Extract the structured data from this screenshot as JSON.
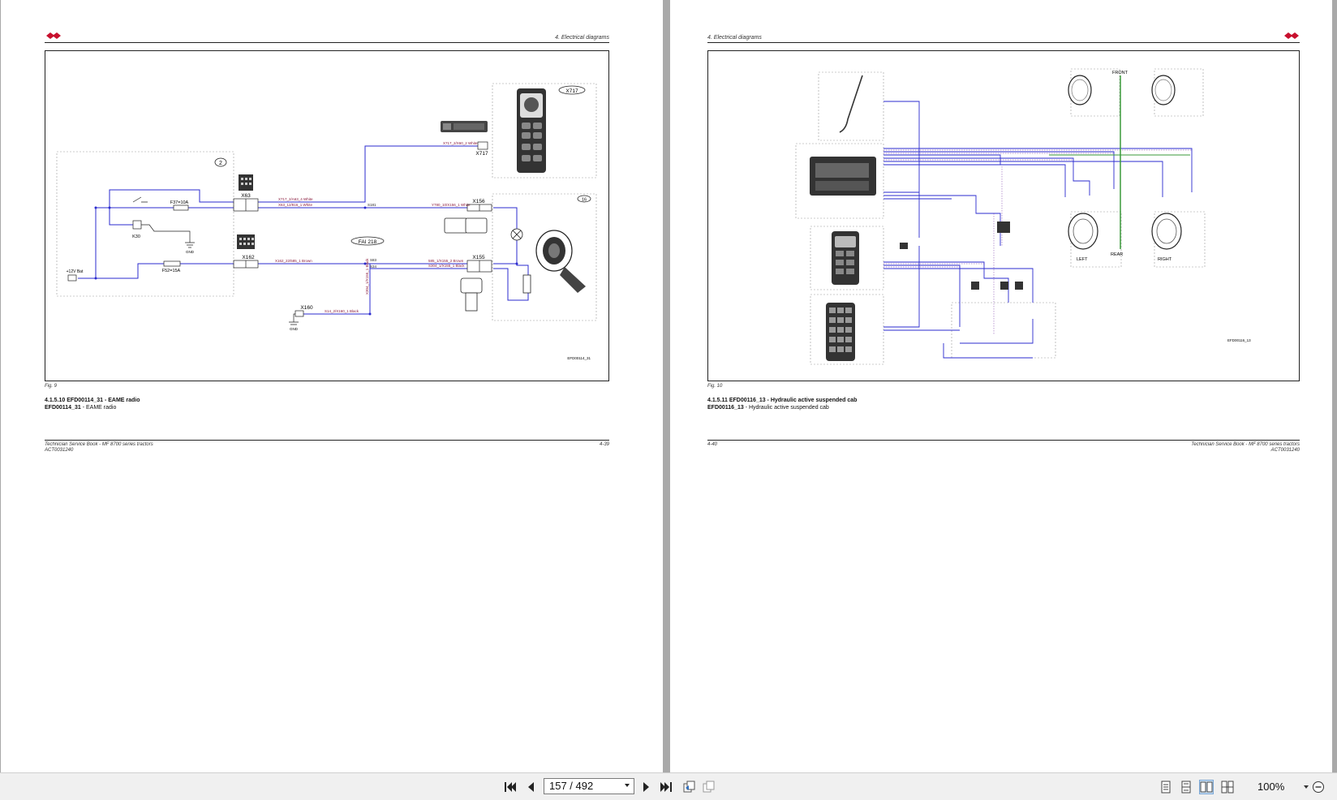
{
  "colors": {
    "wire_blue": "#2b2bcf",
    "wire_purple": "#7a3aa8",
    "label_red": "#8a1a3a",
    "green_line": "#3a9a3a",
    "brand_red": "#c8102e"
  },
  "left_page": {
    "section": "4. Electrical diagrams",
    "fig_label": "Fig. 9",
    "diagram": {
      "box_badge": "2",
      "fuse1": "F37=10A",
      "fuse2": "F52=15A",
      "relay": "K30",
      "gnd1": "GND",
      "connector_x63": "X63",
      "connector_x162": "X162",
      "wire1": "X717_2/A63_4 White",
      "wire2": "X63_12/816_1 White",
      "wire3": "X162_22/585_1 Brown",
      "node1": "S181",
      "node2": "S83",
      "node3": "S34",
      "wire4": "Y780_10/X156_1 White",
      "wire5": "585_1/X155_2 Brown",
      "wire6": "S304_1/X155_1 Black",
      "wire7": "X717_2/X60_2 White",
      "x717_label": "X717",
      "x717_oval": "X717",
      "x156": "X156",
      "x155": "X155",
      "x160": "X160",
      "gnd2": "GND",
      "wire8": "S14_2/X160_1 Black",
      "wire9": "X304_1/X155_1 Black",
      "fai": "FAI 218",
      "speaker_badge": "16",
      "battery": "+12V Bat",
      "code": "EFD00114_31"
    },
    "caption_heading": "4.1.5.10   EFD00114_31 - EAME radio",
    "caption_code": "EFD00114_31",
    "caption_sub": " - EAME radio",
    "footer_title": "Technician Service Book - MF 8700 series tractors",
    "footer_doc": "ACT0031240",
    "footer_page": "4-39"
  },
  "right_page": {
    "section": "4. Electrical diagrams",
    "fig_label": "Fig. 10",
    "diagram": {
      "front": "FRONT",
      "rear": "REAR",
      "left": "LEFT",
      "right": "RIGHT",
      "code": "EFD00116_13"
    },
    "caption_heading": "4.1.5.11   EFD00116_13 - Hydraulic active suspended cab",
    "caption_code": "EFD00116_13",
    "caption_sub": " - Hydraulic active suspended cab",
    "footer_title": "Technician Service Book - MF 8700 series tractors",
    "footer_doc": "ACT0031240",
    "footer_page": "4-40"
  },
  "toolbar": {
    "page_value": "157 / 492",
    "zoom": "100%",
    "first_icon": "first-page-icon",
    "prev_icon": "prev-page-icon",
    "next_icon": "next-page-icon",
    "last_icon": "last-page-icon"
  }
}
